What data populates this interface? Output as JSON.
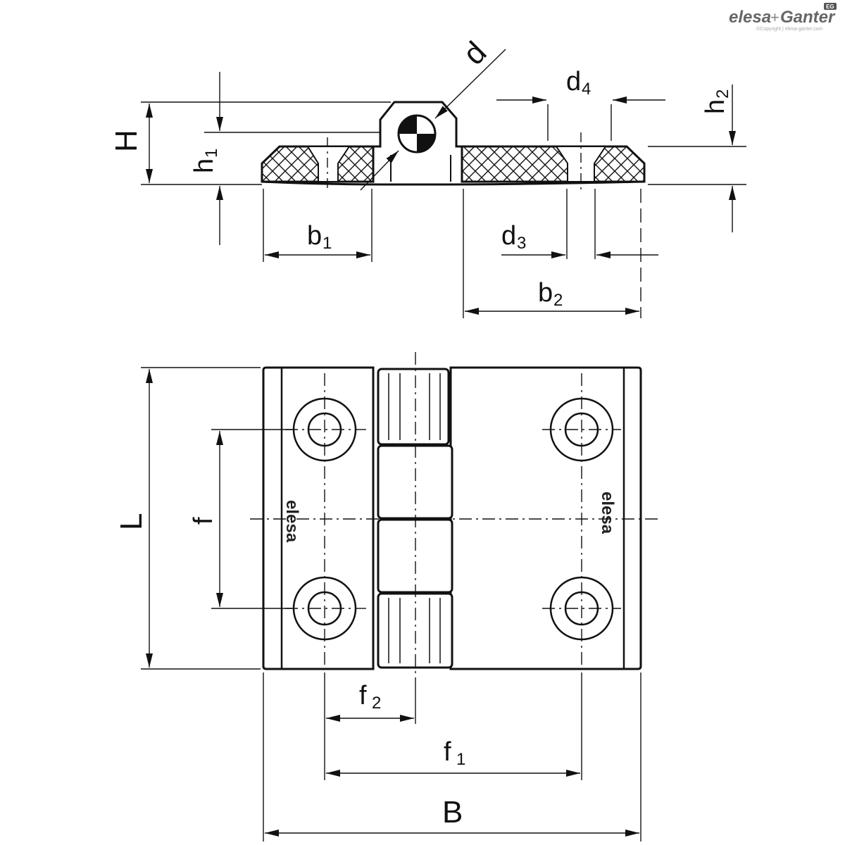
{
  "brand": {
    "name_part1": "elesa",
    "plus": "+",
    "name_part2": "Ganter",
    "copyright": "©Copyright | elesa-ganter.com",
    "badge": "EG"
  },
  "hinge_embossing": "elesa",
  "dimensions": {
    "H": "H",
    "h1": {
      "main": "h",
      "sub": "1"
    },
    "h2": {
      "main": "h",
      "sub": "2"
    },
    "d": "d",
    "d4": {
      "main": "d",
      "sub": "4"
    },
    "d3": {
      "main": "d",
      "sub": "3"
    },
    "b1": {
      "main": "b",
      "sub": "1"
    },
    "b2": {
      "main": "b",
      "sub": "2"
    },
    "L": "L",
    "f": "f",
    "f2": {
      "main": "f",
      "sub": "2"
    },
    "f1": {
      "main": "f",
      "sub": "1"
    },
    "B": "B"
  },
  "colors": {
    "line": "#111111",
    "brand_gray": "#666666",
    "badge": "#555555"
  }
}
